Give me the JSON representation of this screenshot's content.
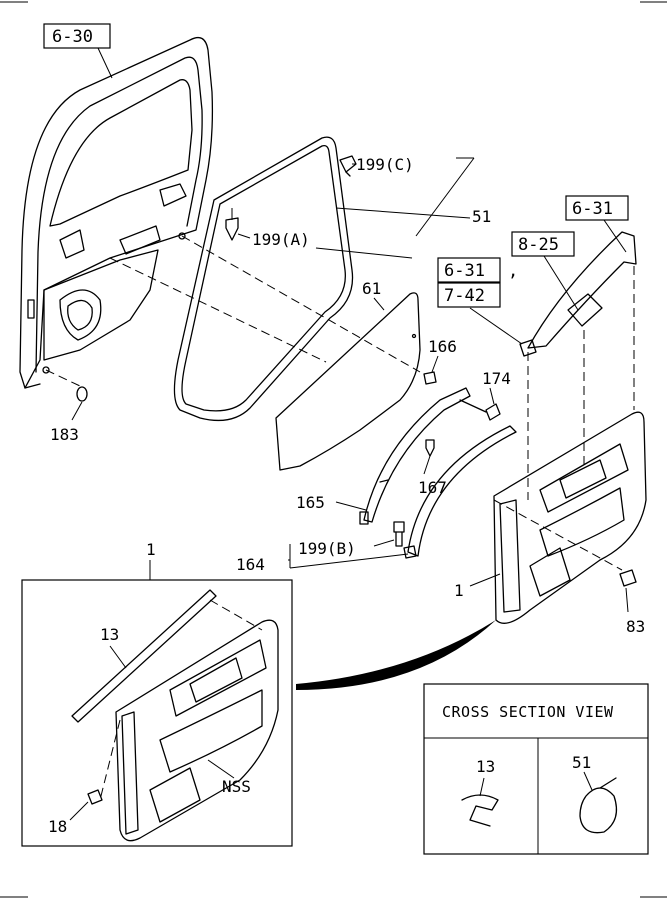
{
  "refs": {
    "r6_30": "6-30",
    "r6_31_top": "6-31",
    "r8_25": "8-25",
    "r6_31_mid": "6-31",
    "r7_42": "7-42",
    "comma": ","
  },
  "parts": {
    "p199c": "199(C)",
    "p51": "51",
    "p199a": "199(A)",
    "p61": "61",
    "p166": "166",
    "p174": "174",
    "p183": "183",
    "p167": "167",
    "p165": "165",
    "p199b": "199(B)",
    "p164": "164",
    "p1_top": "1",
    "p1_right": "1",
    "p83": "83",
    "p13": "13",
    "pNSS": "NSS",
    "p18": "18"
  },
  "cross_section": {
    "title": "CROSS SECTION VIEW",
    "left_label": "13",
    "right_label": "51"
  }
}
